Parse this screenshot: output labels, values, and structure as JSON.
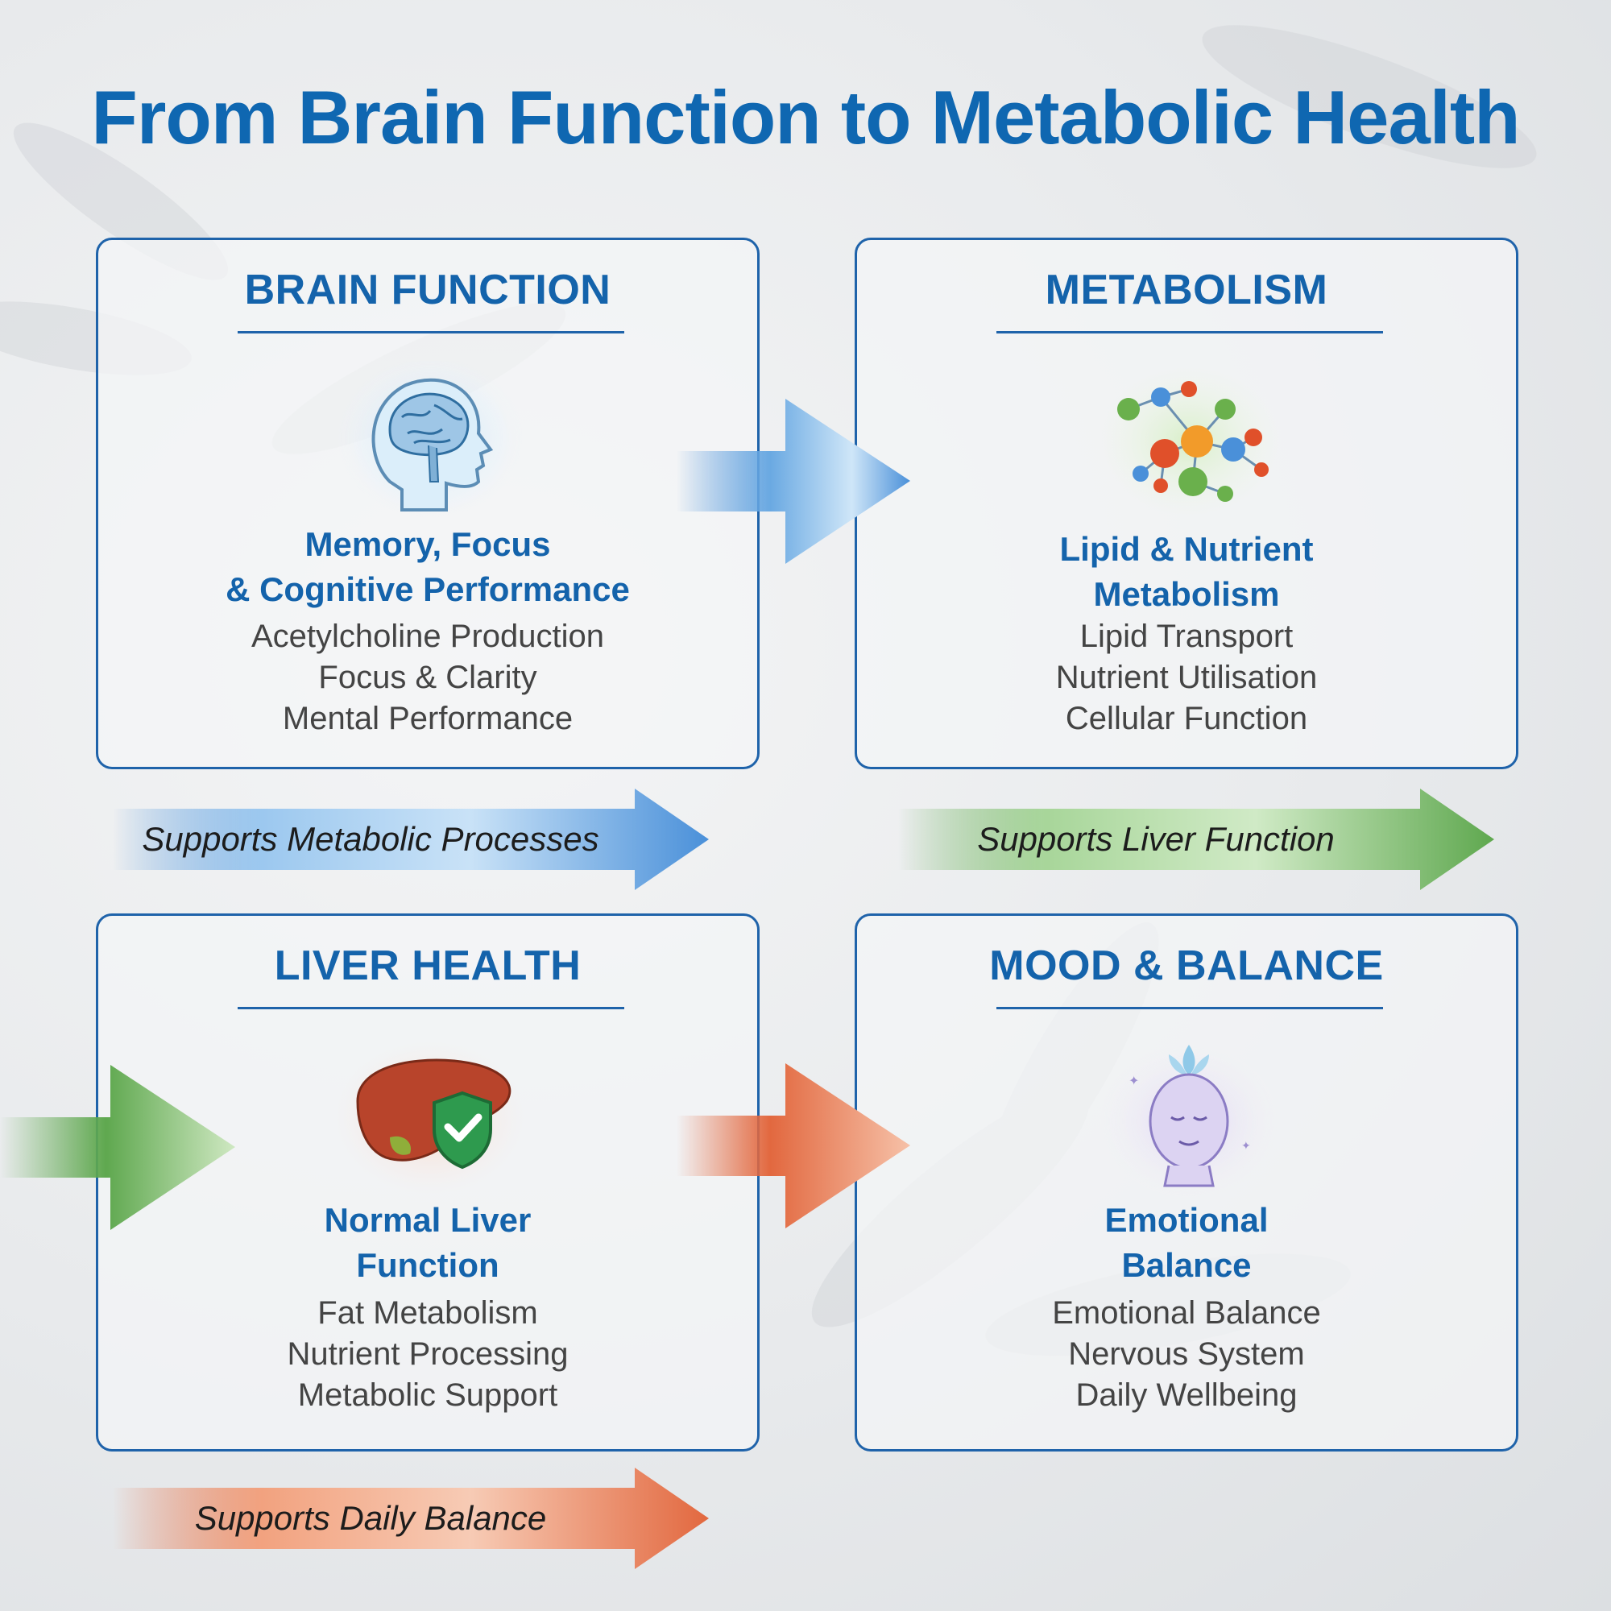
{
  "title": "From Brain Function to Metabolic Health",
  "cards": [
    {
      "heading": "BRAIN FUNCTION",
      "icon": "brain-head-icon",
      "subtitle_lines": [
        "Memory, Focus",
        "& Cognitive Performance"
      ],
      "items": [
        "Acetylcholine Production",
        "Focus & Clarity",
        "Mental Performance"
      ]
    },
    {
      "heading": "METABOLISM",
      "icon": "molecule-network-icon",
      "subtitle_lines": [
        "Lipid & Nutrient",
        "Metabolism"
      ],
      "items": [
        "Lipid Transport",
        "Nutrient Utilisation",
        "Cellular Function"
      ]
    },
    {
      "heading": "LIVER HEALTH",
      "icon": "liver-shield-icon",
      "subtitle_lines": [
        "Normal Liver",
        "Function"
      ],
      "items": [
        "Fat Metabolism",
        "Nutrient Processing",
        "Metabolic Support"
      ]
    },
    {
      "heading": "MOOD & BALANCE",
      "icon": "meditating-face-icon",
      "subtitle_lines": [
        "Emotional",
        "Balance"
      ],
      "items": [
        "Emotional Balance",
        "Nervous System",
        "Daily Wellbeing"
      ]
    }
  ],
  "flows": [
    {
      "label": "Supports Metabolic Processes",
      "color": "#4a90d9"
    },
    {
      "label": "Supports Liver Function",
      "color": "#5fa84f"
    },
    {
      "label": "Supports Daily Balance",
      "color": "#e2683f"
    }
  ],
  "colors": {
    "title_blue": "#0f67b1",
    "card_border": "#1f63aa",
    "body_text": "#444444",
    "arrow_blue": "#4a90d9",
    "arrow_green": "#5fa84f",
    "arrow_orange": "#e2683f"
  }
}
